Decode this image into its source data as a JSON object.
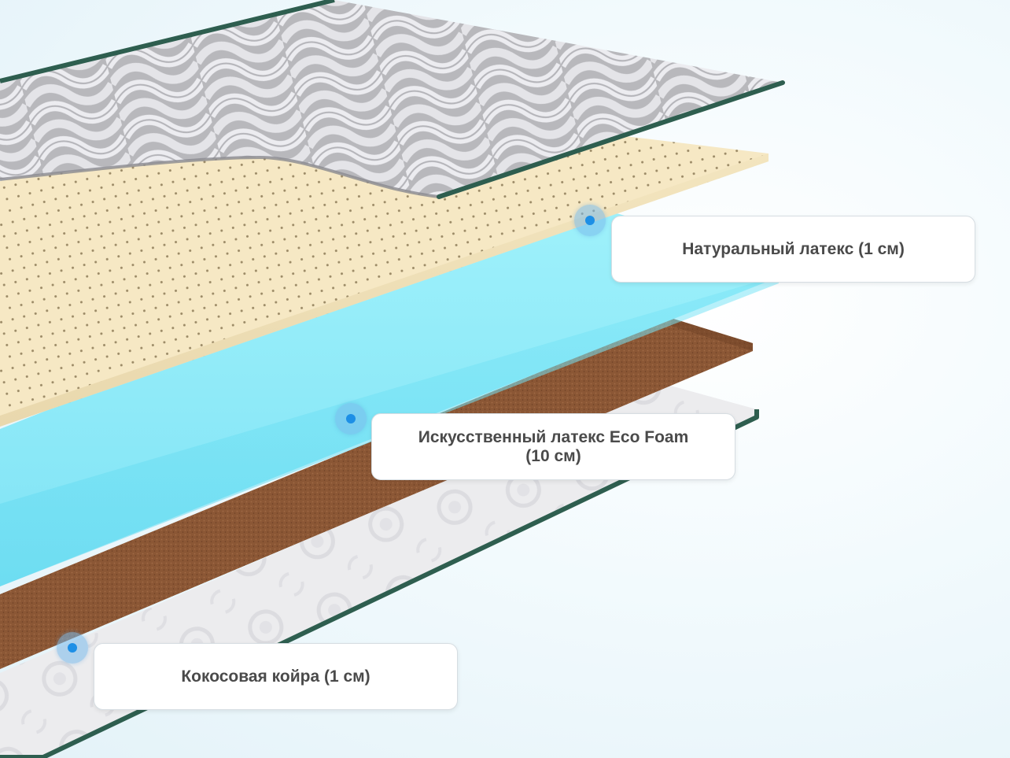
{
  "layers": [
    {
      "id": "natural-latex",
      "label": "Натуральный латекс (1 см)"
    },
    {
      "id": "eco-foam",
      "label_line1": "Искусственный латекс Eco Foam",
      "label_line2": "(10 см)"
    },
    {
      "id": "coconut-coir",
      "label": "Кокосовая койра (1 см)"
    }
  ],
  "colors": {
    "cover_quilt": "#b9b9bd",
    "cover_piping": "#2e5e4f",
    "latex": "#f5e7c2",
    "latex_perforation": "#9c8c6a",
    "foam": "#8be9f7",
    "coir": "#8a5636",
    "bottom_cover": "#eaeaec",
    "marker": "#1d8fe6"
  }
}
